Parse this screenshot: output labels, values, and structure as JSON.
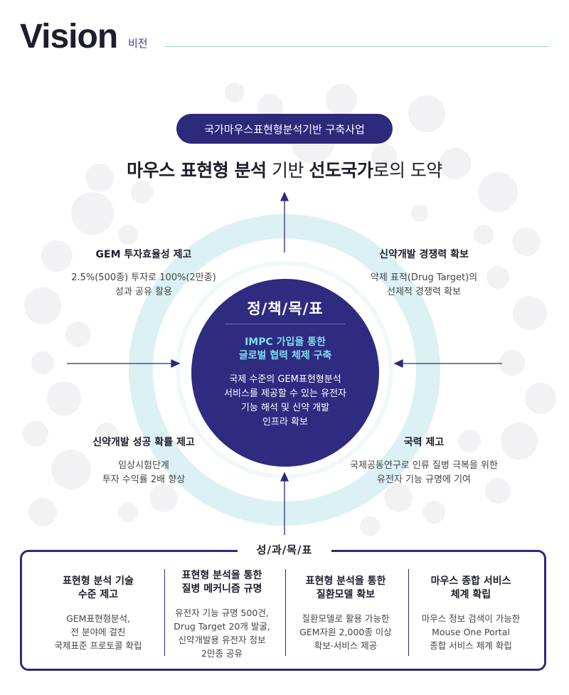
{
  "header": {
    "title": "Vision",
    "subtitle": "비전"
  },
  "banner": {
    "label": "국가마우스표현형분석기반 구축사업"
  },
  "headline": {
    "bold1": "마우스 표현형 분석",
    "normal1": " 기반 ",
    "bold2": "선도국가",
    "normal2": "로의 도약"
  },
  "center": {
    "title": "정/책/목/표",
    "highlight_line1": "IMPC 가입을 통한",
    "highlight_line2": "글로벌 협력 체제 구축",
    "body_lines": [
      "국제 수준의 GEM표현형분석",
      "서비스를 제공할 수 있는 유전자",
      "기능 해석 및 신약 개발",
      "인프라 확보"
    ]
  },
  "goals": [
    {
      "title": "GEM 투자효율성 제고",
      "lines": [
        "2.5%(500종) 투자로 100%(2만종)",
        "성과 공유 활용"
      ]
    },
    {
      "title": "신약개발 경쟁력 확보",
      "lines": [
        "약제 표적(Drug Target)의",
        "선제적 경쟁력 확보"
      ]
    },
    {
      "title": "신약개발 성공 확률 제고",
      "lines": [
        "임상시험단계",
        "투자 수익률 2배 향상"
      ]
    },
    {
      "title": "국력 제고",
      "lines": [
        "국제공동연구로 인류 질병 극복을 위한",
        "유전자 기능 규명에 기여"
      ]
    }
  ],
  "outcomes": {
    "label": "성/과/목/표",
    "items": [
      {
        "title_lines": [
          "표현형 분석 기술",
          "수준 제고"
        ],
        "lines": [
          "GEM표현형분석,",
          "전 분야에 걸친",
          "국제표준 프로토콜 확립"
        ]
      },
      {
        "title_lines": [
          "표현형 분석을 통한",
          "질병 메커니즘 규명"
        ],
        "lines": [
          "유전자 기능 규명 500건,",
          "Drug Target 20개 발굴,",
          "신약개발용 유전자 정보",
          "2만종 공유"
        ]
      },
      {
        "title_lines": [
          "표현형 분석을 통한",
          "질환모델 확보"
        ],
        "lines": [
          "질환모델로 활용 가능한",
          "GEM자원 2,000종 이상",
          "확보·서비스 제공"
        ]
      },
      {
        "title_lines": [
          "마우스 종합 서비스",
          "체계 확립"
        ],
        "lines": [
          "마우스 정보 검색이 가능한",
          "Mouse One Portal",
          "종합 서비스 체계 확립"
        ]
      }
    ]
  },
  "colors": {
    "navy": "#2d2a7c",
    "cyan_ring": "#dcf1f4",
    "highlight": "#7ddcf0"
  }
}
